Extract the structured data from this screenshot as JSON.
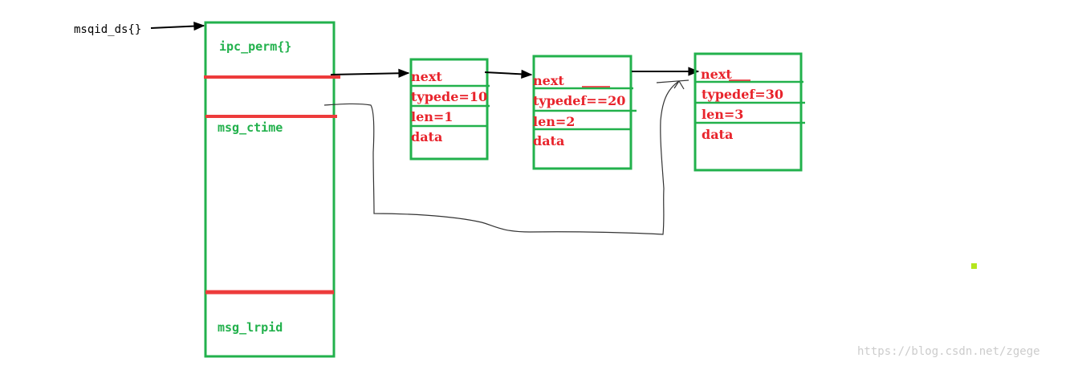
{
  "labels": {
    "msqid_ds": "msqid_ds{}",
    "ipc_perm": "ipc_perm{}",
    "msg_ctime": "msg_ctime",
    "msg_lrpid": "msg_lrpid"
  },
  "messages": [
    {
      "next": "next",
      "type": "typede=10",
      "len": "len=1",
      "data": "data"
    },
    {
      "next": "next",
      "type": "typedef==20",
      "len": "len=2",
      "data": "data"
    },
    {
      "next": "next",
      "type": "typedef=30",
      "len": "len=3",
      "data": "data"
    }
  ],
  "watermark": "https://blog.csdn.net/zgege",
  "colors": {
    "box_border": "#22b14c",
    "separator_red": "#ed3b3b",
    "field_text": "#e8232b",
    "struct_text": "#22b14c",
    "arrow": "#000000",
    "watermark": "#cccccc",
    "dot": "#b5e61d"
  }
}
